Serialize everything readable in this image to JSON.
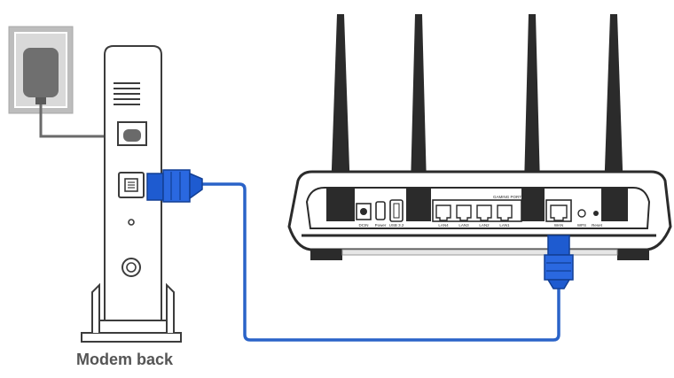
{
  "caption": "Modem back",
  "ports": {
    "dcin": "DCIN",
    "power": "Power",
    "usb": "USB 3.2",
    "lan4": "LAN4",
    "lan3": "LAN3",
    "lan2": "LAN2",
    "lan1": "LAN1",
    "gaming_port": "GAMING PORT",
    "wan": "WAN",
    "wps": "WPS",
    "reset": "Reset"
  },
  "colors": {
    "cable": "#2a63c8",
    "connector": "#1e5bd0",
    "connector_dark": "#123f94",
    "device_outline": "#3c3c3c",
    "router_body": "#2b2b2b",
    "wall_plate": "#bdbdbd",
    "adapter": "#6f6f6f"
  }
}
